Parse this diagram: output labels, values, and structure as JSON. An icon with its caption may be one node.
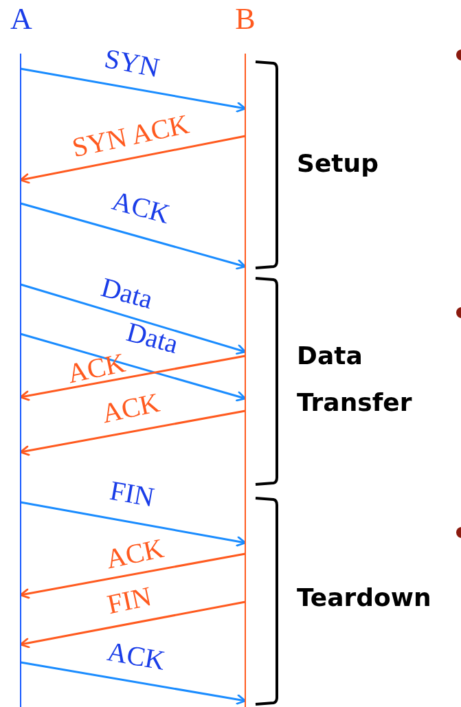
{
  "diagram": {
    "nodes": [
      {
        "text": [
          "A"
        ]
      },
      {
        "text": [
          "B"
        ]
      }
    ],
    "edges": [
      {
        "from": 0,
        "to": 1,
        "arrow": "to",
        "label": "SYN"
      },
      {
        "from": 1,
        "to": 0,
        "arrow": "to",
        "label": "SYN ACK",
        "color": "#ff5a1f"
      },
      {
        "from": 0,
        "to": 1,
        "arrow": "to",
        "label": "ACK"
      },
      {
        "from": 0,
        "to": 1,
        "arrow": "to",
        "label": "Data"
      },
      {
        "from": 0,
        "to": 1,
        "arrow": "to",
        "label": "Data"
      },
      {
        "from": 1,
        "to": 0,
        "arrow": "to",
        "label": "ACK",
        "color": "#ff5a1f"
      },
      {
        "from": 1,
        "to": 0,
        "arrow": "to",
        "label": "ACK",
        "color": "#ff5a1f"
      },
      {
        "from": 0,
        "to": 1,
        "arrow": "to",
        "label": "FIN"
      },
      {
        "from": 1,
        "to": 0,
        "arrow": "to",
        "label": "ACK",
        "color": "#ff5a1f"
      },
      {
        "from": 1,
        "to": 0,
        "arrow": "to",
        "label": "FIN",
        "color": "#ff5a1f"
      },
      {
        "from": 0,
        "to": 1,
        "arrow": "to",
        "label": "ACK"
      }
    ],
    "labels": [
      "Setup",
      "Data Transfer",
      "Teardown"
    ]
  }
}
